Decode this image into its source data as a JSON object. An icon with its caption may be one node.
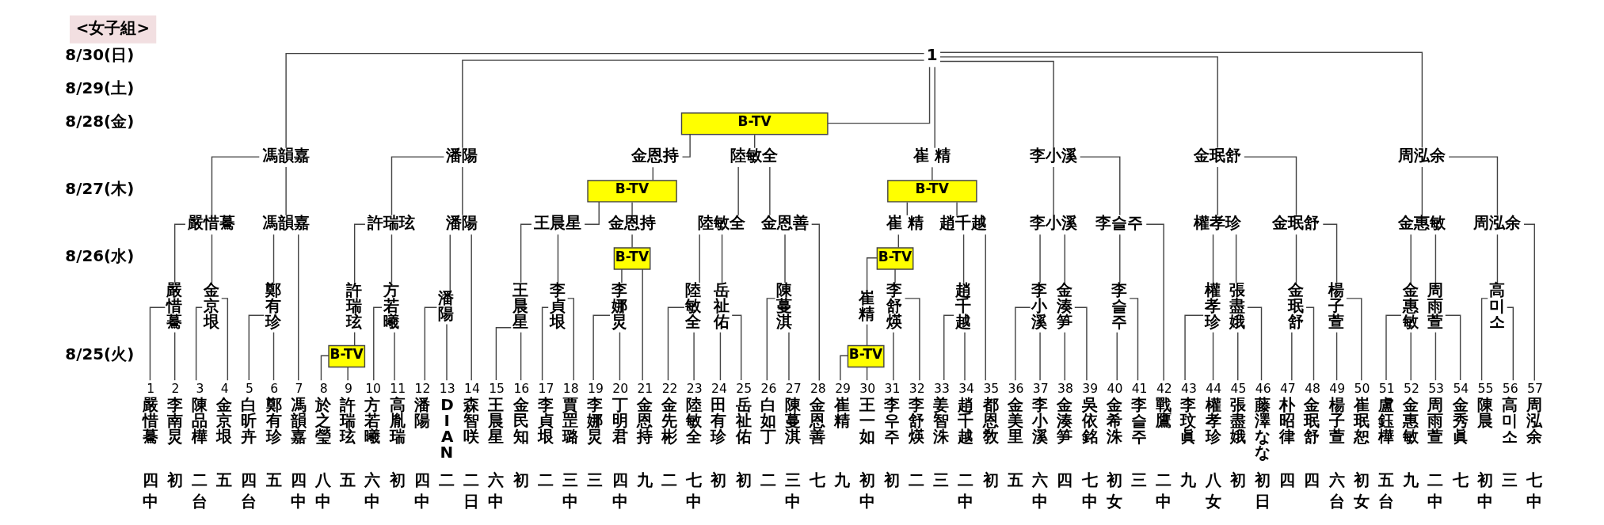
{
  "diagram": {
    "title": "<女子組>",
    "nodes": [
      {
        "text": [
          "1"
        ]
      },
      {
        "text": [
          "B-TV"
        ]
      },
      {
        "text": [
          "馮韻嘉"
        ]
      },
      {
        "text": [
          "潘陽"
        ]
      },
      {
        "text": [
          "金恩持"
        ]
      },
      {
        "text": [
          "陸敏全"
        ]
      },
      {
        "text": [
          "崔 精"
        ]
      },
      {
        "text": [
          "李小溪"
        ]
      },
      {
        "text": [
          "金珉舒"
        ]
      },
      {
        "text": [
          "周泓余"
        ]
      },
      {
        "text": [
          "B-TV"
        ]
      },
      {
        "text": [
          "B-TV"
        ]
      },
      {
        "text": [
          "嚴惜驀"
        ]
      },
      {
        "text": [
          "馮韻嘉"
        ]
      },
      {
        "text": [
          "許瑞玹"
        ]
      },
      {
        "text": [
          "潘陽"
        ]
      },
      {
        "text": [
          "王晨星"
        ]
      },
      {
        "text": [
          "金恩持"
        ]
      },
      {
        "text": [
          "陸敏全"
        ]
      },
      {
        "text": [
          "金恩善"
        ]
      },
      {
        "text": [
          "崔 精"
        ]
      },
      {
        "text": [
          "趙千越"
        ]
      },
      {
        "text": [
          "李小溪"
        ]
      },
      {
        "text": [
          "李슬주"
        ]
      },
      {
        "text": [
          "權孝珍"
        ]
      },
      {
        "text": [
          "金珉舒"
        ]
      },
      {
        "text": [
          "金惠敏"
        ]
      },
      {
        "text": [
          "周泓余"
        ]
      },
      {
        "text": [
          "B-TV"
        ]
      },
      {
        "text": [
          "B-TV"
        ]
      },
      {
        "text": [
          "嚴惜驀"
        ]
      },
      {
        "text": [
          "金京垠"
        ]
      },
      {
        "text": [
          "鄭有珍"
        ]
      },
      {
        "text": [
          "許瑞玹"
        ]
      },
      {
        "text": [
          "方若曦"
        ]
      },
      {
        "text": [
          "潘陽"
        ]
      },
      {
        "text": [
          "王晨星"
        ]
      },
      {
        "text": [
          "李貞垠"
        ]
      },
      {
        "text": [
          "李娜炅"
        ]
      },
      {
        "text": [
          "陸敏全"
        ]
      },
      {
        "text": [
          "岳祉佑"
        ]
      },
      {
        "text": [
          "陳蔓淇"
        ]
      },
      {
        "text": [
          "崔精"
        ]
      },
      {
        "text": [
          "李舒煐"
        ]
      },
      {
        "text": [
          "趙千越"
        ]
      },
      {
        "text": [
          "李小溪"
        ]
      },
      {
        "text": [
          "金湊笋"
        ]
      },
      {
        "text": [
          "李슬주"
        ]
      },
      {
        "text": [
          "權孝珍"
        ]
      },
      {
        "text": [
          "張盡娥"
        ]
      },
      {
        "text": [
          "金珉舒"
        ]
      },
      {
        "text": [
          "楊子萱"
        ]
      },
      {
        "text": [
          "金惠敏"
        ]
      },
      {
        "text": [
          "周雨萱"
        ]
      },
      {
        "text": [
          "高미소"
        ]
      },
      {
        "text": [
          "B-TV"
        ]
      },
      {
        "text": [
          "B-TV"
        ]
      },
      {
        "text": [
          "1",
          "嚴惜驀",
          "四",
          "中"
        ]
      },
      {
        "text": [
          "2",
          "李南炅",
          "初"
        ]
      },
      {
        "text": [
          "3",
          "陳品樺",
          "二",
          "台"
        ]
      },
      {
        "text": [
          "4",
          "金京垠",
          "五"
        ]
      },
      {
        "text": [
          "5",
          "白昕卉",
          "四",
          "台"
        ]
      },
      {
        "text": [
          "6",
          "鄭有珍",
          "五"
        ]
      },
      {
        "text": [
          "7",
          "馮韻嘉",
          "四",
          "中"
        ]
      },
      {
        "text": [
          "8",
          "於之瑩",
          "八",
          "中"
        ]
      },
      {
        "text": [
          "9",
          "許瑞玹",
          "五"
        ]
      },
      {
        "text": [
          "10",
          "方若曦",
          "六",
          "中"
        ]
      },
      {
        "text": [
          "11",
          "高胤瑞",
          "初"
        ]
      },
      {
        "text": [
          "12",
          "潘陽",
          "四",
          "中"
        ]
      },
      {
        "text": [
          "13",
          "DIAN",
          "二"
        ]
      },
      {
        "text": [
          "14",
          "森智咲",
          "二",
          "日"
        ]
      },
      {
        "text": [
          "15",
          "王晨星",
          "六",
          "中"
        ]
      },
      {
        "text": [
          "16",
          "金民知",
          "初"
        ]
      },
      {
        "text": [
          "17",
          "李貞垠",
          "二"
        ]
      },
      {
        "text": [
          "18",
          "賈罡璐",
          "三",
          "中"
        ]
      },
      {
        "text": [
          "19",
          "李娜炅",
          "三"
        ]
      },
      {
        "text": [
          "20",
          "丁明君",
          "四",
          "中"
        ]
      },
      {
        "text": [
          "21",
          "金恩持",
          "九"
        ]
      },
      {
        "text": [
          "22",
          "金先彬",
          "二"
        ]
      },
      {
        "text": [
          "23",
          "陸敏全",
          "七",
          "中"
        ]
      },
      {
        "text": [
          "24",
          "田有珍",
          "初"
        ]
      },
      {
        "text": [
          "25",
          "岳祉佑",
          "初"
        ]
      },
      {
        "text": [
          "26",
          "白如丁",
          "二"
        ]
      },
      {
        "text": [
          "27",
          "陳蔓淇",
          "三",
          "中"
        ]
      },
      {
        "text": [
          "28",
          "金恩善",
          "七"
        ]
      },
      {
        "text": [
          "29",
          "崔精",
          "九"
        ]
      },
      {
        "text": [
          "30",
          "王一如",
          "初",
          "中"
        ]
      },
      {
        "text": [
          "31",
          "李우주",
          "初"
        ]
      },
      {
        "text": [
          "32",
          "李舒煐",
          "二"
        ]
      },
      {
        "text": [
          "33",
          "姜智洙",
          "三"
        ]
      },
      {
        "text": [
          "34",
          "趙千越",
          "二",
          "中"
        ]
      },
      {
        "text": [
          "35",
          "都恩敎",
          "初"
        ]
      },
      {
        "text": [
          "36",
          "金美里",
          "五"
        ]
      },
      {
        "text": [
          "37",
          "李小溪",
          "六",
          "中"
        ]
      },
      {
        "text": [
          "38",
          "金湊笋",
          "四"
        ]
      },
      {
        "text": [
          "39",
          "吳依銘",
          "七",
          "中"
        ]
      },
      {
        "text": [
          "40",
          "金希洙",
          "初",
          "女"
        ]
      },
      {
        "text": [
          "41",
          "李슬주",
          "三"
        ]
      },
      {
        "text": [
          "42",
          "戰鷹",
          "二",
          "中"
        ]
      },
      {
        "text": [
          "43",
          "李玟眞",
          "九"
        ]
      },
      {
        "text": [
          "44",
          "權孝珍",
          "八",
          "女"
        ]
      },
      {
        "text": [
          "45",
          "張盡娥",
          "初"
        ]
      },
      {
        "text": [
          "46",
          "藤澤なな",
          "初",
          "日"
        ]
      },
      {
        "text": [
          "47",
          "朴昭律",
          "四"
        ]
      },
      {
        "text": [
          "48",
          "金珉舒",
          "四"
        ]
      },
      {
        "text": [
          "49",
          "楊子萱",
          "六",
          "台"
        ]
      },
      {
        "text": [
          "50",
          "崔珉恕",
          "初",
          "女"
        ]
      },
      {
        "text": [
          "51",
          "盧鈺樺",
          "五",
          "台"
        ]
      },
      {
        "text": [
          "52",
          "金惠敏",
          "九"
        ]
      },
      {
        "text": [
          "53",
          "周雨萱",
          "二",
          "中"
        ]
      },
      {
        "text": [
          "54",
          "金秀眞",
          "七"
        ]
      },
      {
        "text": [
          "55",
          "陳晨",
          "初",
          "中"
        ]
      },
      {
        "text": [
          "56",
          "高미소",
          "三"
        ]
      },
      {
        "text": [
          "57",
          "周泓余",
          "七",
          "中"
        ]
      }
    ],
    "edges": [
      {
        "from": 57,
        "to": 30,
        "arrow": "none"
      },
      {
        "from": 58,
        "to": 30,
        "arrow": "none"
      },
      {
        "from": 59,
        "to": 31,
        "arrow": "none"
      },
      {
        "from": 60,
        "to": 31,
        "arrow": "none"
      },
      {
        "from": 61,
        "to": 32,
        "arrow": "none"
      },
      {
        "from": 62,
        "to": 32,
        "arrow": "none"
      },
      {
        "from": 64,
        "to": 55,
        "arrow": "none"
      },
      {
        "from": 65,
        "to": 55,
        "arrow": "none"
      },
      {
        "from": 55,
        "to": 33,
        "arrow": "none"
      },
      {
        "from": 66,
        "to": 34,
        "arrow": "none"
      },
      {
        "from": 67,
        "to": 34,
        "arrow": "none"
      },
      {
        "from": 68,
        "to": 35,
        "arrow": "none"
      },
      {
        "from": 69,
        "to": 35,
        "arrow": "none"
      },
      {
        "from": 71,
        "to": 36,
        "arrow": "none"
      },
      {
        "from": 72,
        "to": 36,
        "arrow": "none"
      },
      {
        "from": 73,
        "to": 37,
        "arrow": "none"
      },
      {
        "from": 74,
        "to": 37,
        "arrow": "none"
      },
      {
        "from": 75,
        "to": 38,
        "arrow": "none"
      },
      {
        "from": 76,
        "to": 38,
        "arrow": "none"
      },
      {
        "from": 78,
        "to": 39,
        "arrow": "none"
      },
      {
        "from": 79,
        "to": 39,
        "arrow": "none"
      },
      {
        "from": 80,
        "to": 40,
        "arrow": "none"
      },
      {
        "from": 81,
        "to": 40,
        "arrow": "none"
      },
      {
        "from": 82,
        "to": 41,
        "arrow": "none"
      },
      {
        "from": 83,
        "to": 41,
        "arrow": "none"
      },
      {
        "from": 85,
        "to": 56,
        "arrow": "none"
      },
      {
        "from": 86,
        "to": 56,
        "arrow": "none"
      },
      {
        "from": 56,
        "to": 42,
        "arrow": "none"
      },
      {
        "from": 87,
        "to": 43,
        "arrow": "none"
      },
      {
        "from": 88,
        "to": 43,
        "arrow": "none"
      },
      {
        "from": 89,
        "to": 44,
        "arrow": "none"
      },
      {
        "from": 90,
        "to": 44,
        "arrow": "none"
      },
      {
        "from": 92,
        "to": 45,
        "arrow": "none"
      },
      {
        "from": 93,
        "to": 45,
        "arrow": "none"
      },
      {
        "from": 94,
        "to": 46,
        "arrow": "none"
      },
      {
        "from": 95,
        "to": 46,
        "arrow": "none"
      },
      {
        "from": 96,
        "to": 47,
        "arrow": "none"
      },
      {
        "from": 97,
        "to": 47,
        "arrow": "none"
      },
      {
        "from": 99,
        "to": 48,
        "arrow": "none"
      },
      {
        "from": 100,
        "to": 48,
        "arrow": "none"
      },
      {
        "from": 101,
        "to": 49,
        "arrow": "none"
      },
      {
        "from": 102,
        "to": 49,
        "arrow": "none"
      },
      {
        "from": 103,
        "to": 50,
        "arrow": "none"
      },
      {
        "from": 104,
        "to": 50,
        "arrow": "none"
      },
      {
        "from": 105,
        "to": 51,
        "arrow": "none"
      },
      {
        "from": 106,
        "to": 51,
        "arrow": "none"
      },
      {
        "from": 107,
        "to": 52,
        "arrow": "none"
      },
      {
        "from": 108,
        "to": 52,
        "arrow": "none"
      },
      {
        "from": 109,
        "to": 53,
        "arrow": "none"
      },
      {
        "from": 110,
        "to": 53,
        "arrow": "none"
      },
      {
        "from": 111,
        "to": 54,
        "arrow": "none"
      },
      {
        "from": 112,
        "to": 54,
        "arrow": "none"
      },
      {
        "from": 30,
        "to": 12,
        "arrow": "none"
      },
      {
        "from": 31,
        "to": 12,
        "arrow": "none"
      },
      {
        "from": 32,
        "to": 13,
        "arrow": "none"
      },
      {
        "from": 63,
        "to": 13,
        "arrow": "none"
      },
      {
        "from": 33,
        "to": 14,
        "arrow": "none"
      },
      {
        "from": 34,
        "to": 14,
        "arrow": "none"
      },
      {
        "from": 35,
        "to": 15,
        "arrow": "none"
      },
      {
        "from": 70,
        "to": 15,
        "arrow": "none"
      },
      {
        "from": 36,
        "to": 16,
        "arrow": "none"
      },
      {
        "from": 37,
        "to": 16,
        "arrow": "none"
      },
      {
        "from": 38,
        "to": 28,
        "arrow": "none"
      },
      {
        "from": 77,
        "to": 28,
        "arrow": "none"
      },
      {
        "from": 28,
        "to": 17,
        "arrow": "none"
      },
      {
        "from": 39,
        "to": 18,
        "arrow": "none"
      },
      {
        "from": 40,
        "to": 18,
        "arrow": "none"
      },
      {
        "from": 41,
        "to": 19,
        "arrow": "none"
      },
      {
        "from": 84,
        "to": 19,
        "arrow": "none"
      },
      {
        "from": 42,
        "to": 29,
        "arrow": "none"
      },
      {
        "from": 43,
        "to": 29,
        "arrow": "none"
      },
      {
        "from": 29,
        "to": 20,
        "arrow": "none"
      },
      {
        "from": 44,
        "to": 21,
        "arrow": "none"
      },
      {
        "from": 91,
        "to": 21,
        "arrow": "none"
      },
      {
        "from": 45,
        "to": 22,
        "arrow": "none"
      },
      {
        "from": 46,
        "to": 22,
        "arrow": "none"
      },
      {
        "from": 47,
        "to": 23,
        "arrow": "none"
      },
      {
        "from": 98,
        "to": 23,
        "arrow": "none"
      },
      {
        "from": 48,
        "to": 24,
        "arrow": "none"
      },
      {
        "from": 49,
        "to": 24,
        "arrow": "none"
      },
      {
        "from": 50,
        "to": 25,
        "arrow": "none"
      },
      {
        "from": 51,
        "to": 25,
        "arrow": "none"
      },
      {
        "from": 52,
        "to": 26,
        "arrow": "none"
      },
      {
        "from": 53,
        "to": 26,
        "arrow": "none"
      },
      {
        "from": 54,
        "to": 27,
        "arrow": "none"
      },
      {
        "from": 113,
        "to": 27,
        "arrow": "none"
      },
      {
        "from": 12,
        "to": 2,
        "arrow": "none"
      },
      {
        "from": 13,
        "to": 2,
        "arrow": "none"
      },
      {
        "from": 14,
        "to": 3,
        "arrow": "none"
      },
      {
        "from": 15,
        "to": 3,
        "arrow": "none"
      },
      {
        "from": 16,
        "to": 10,
        "arrow": "none"
      },
      {
        "from": 17,
        "to": 10,
        "arrow": "none"
      },
      {
        "from": 10,
        "to": 4,
        "arrow": "none"
      },
      {
        "from": 18,
        "to": 5,
        "arrow": "none"
      },
      {
        "from": 19,
        "to": 5,
        "arrow": "none"
      },
      {
        "from": 20,
        "to": 11,
        "arrow": "none"
      },
      {
        "from": 21,
        "to": 11,
        "arrow": "none"
      },
      {
        "from": 11,
        "to": 6,
        "arrow": "none"
      },
      {
        "from": 22,
        "to": 7,
        "arrow": "none"
      },
      {
        "from": 23,
        "to": 7,
        "arrow": "none"
      },
      {
        "from": 24,
        "to": 8,
        "arrow": "none"
      },
      {
        "from": 25,
        "to": 8,
        "arrow": "none"
      },
      {
        "from": 26,
        "to": 9,
        "arrow": "none"
      },
      {
        "from": 27,
        "to": 9,
        "arrow": "none"
      },
      {
        "from": 2,
        "to": 0,
        "arrow": "none"
      },
      {
        "from": 3,
        "to": 0,
        "arrow": "none"
      },
      {
        "from": 4,
        "to": 1,
        "arrow": "none"
      },
      {
        "from": 5,
        "to": 1,
        "arrow": "none"
      },
      {
        "from": 1,
        "to": 0,
        "arrow": "none"
      },
      {
        "from": 6,
        "to": 0,
        "arrow": "none"
      },
      {
        "from": 7,
        "to": 0,
        "arrow": "none"
      },
      {
        "from": 8,
        "to": 0,
        "arrow": "none"
      },
      {
        "from": 9,
        "to": 0,
        "arrow": "none"
      }
    ],
    "labels": [
      "8/30(日)",
      "8/29(土)",
      "8/28(金)",
      "8/27(木)",
      "8/26(水)",
      "8/25(火)"
    ]
  }
}
